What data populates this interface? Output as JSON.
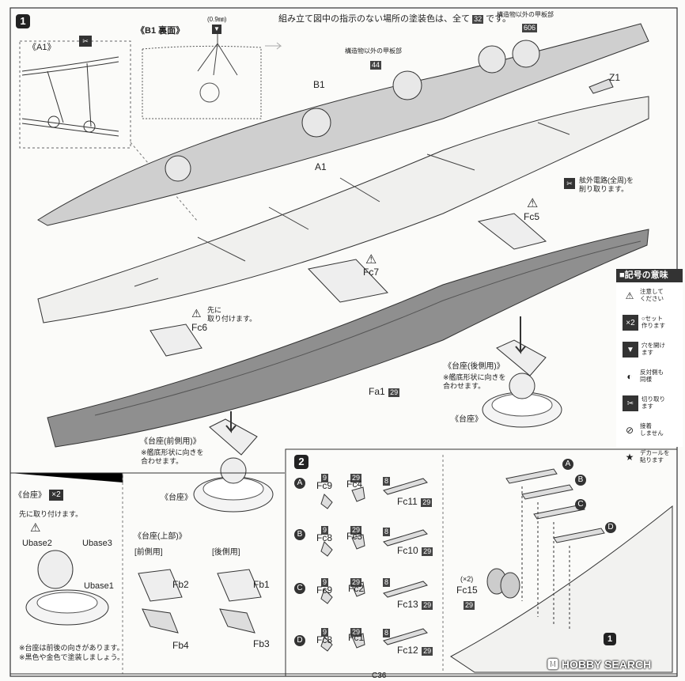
{
  "step1": {
    "number": "1",
    "paint_note": "組み立て図中の指示のない場所の塗装色は、全て",
    "paint_code": "32",
    "paint_note_end": "です。",
    "detail_a1": "《A1》",
    "detail_b1": "《B1 裏面》",
    "drill_size": "(0.9㎜)",
    "deck_label_1": "構造物以外の甲板部",
    "deck_code_1": "606",
    "deck_label_2": "構造物以外の甲板部",
    "deck_code_2": "44",
    "part_b1": "B1",
    "part_a1": "A1",
    "part_z1": "Z1",
    "cut_note": "舷外電路(全周)を\n削り取ります。",
    "part_fc5": "Fc5",
    "part_fc7": "Fc7",
    "part_fc6": "Fc6",
    "attach_first": "先に\n取り付けます。",
    "part_fa1": "Fa1",
    "fa1_code": "29",
    "stand_rear_title": "《台座(後側用)》",
    "stand_rear_note": "※艦底形状に向きを\n合わせます。",
    "stand_rear_label": "《台座》",
    "stand_front_title": "《台座(前側用)》",
    "stand_front_note": "※艦底形状に向きを\n合わせます。",
    "stand_front_label": "《台座》"
  },
  "legend": {
    "title": "■記号の意味",
    "items": [
      {
        "icon": "caution-icon",
        "glyph": "⚠",
        "text": "注意して\nください"
      },
      {
        "icon": "times-two-icon",
        "glyph": "×2",
        "text": "○セット\n作ります"
      },
      {
        "icon": "drill-icon",
        "glyph": "▼",
        "text": "穴を開け\nます"
      },
      {
        "icon": "mirror-icon",
        "glyph": "◐",
        "text": "反対側も\n同様"
      },
      {
        "icon": "cut-icon",
        "glyph": "✂",
        "text": "切り取り\nます"
      },
      {
        "icon": "no-glue-icon",
        "glyph": "⊘",
        "text": "接着\nしません"
      },
      {
        "icon": "decal-icon",
        "glyph": "★",
        "text": "デカールを\n貼ります"
      }
    ]
  },
  "stand_panel": {
    "title": "《台座》",
    "count": "×2",
    "attach_first": "先に取り付けます。",
    "ubase2": "Ubase2",
    "ubase3": "Ubase3",
    "ubase1": "Ubase1",
    "note1": "※台座は前後の向きがあります。",
    "note2": "※黒色や金色で塗装しましょう。",
    "upper_title": "《台座(上部)》",
    "front_title": "[前側用]",
    "rear_title": "[後側用]",
    "fb2": "Fb2",
    "fb4": "Fb4",
    "fb1": "Fb1",
    "fb3": "Fb3"
  },
  "step2": {
    "number": "2",
    "rows": [
      {
        "letter": "A",
        "c1": "9",
        "c2": "29",
        "c3": "8",
        "p1": "Fc9",
        "p2": "Fc4",
        "p3": "Fc11",
        "c4": "29"
      },
      {
        "letter": "B",
        "c1": "9",
        "c2": "29",
        "c3": "8",
        "p1": "Fc8",
        "p2": "Fc3",
        "p3": "Fc10",
        "c4": "29"
      },
      {
        "letter": "C",
        "c1": "9",
        "c2": "29",
        "c3": "8",
        "p1": "Fc9",
        "p2": "Fc2",
        "p3": "Fc13",
        "c4": "29"
      },
      {
        "letter": "D",
        "c1": "9",
        "c2": "29",
        "c3": "8",
        "p1": "Fc8",
        "p2": "Fc1",
        "p3": "Fc12",
        "c4": "29"
      }
    ],
    "assembly_letters": [
      "A",
      "B",
      "C",
      "D"
    ],
    "fc15_count": "(×2)",
    "fc15": "Fc15",
    "fc15_code": "29",
    "ref_step": "1"
  },
  "footer": {
    "page": "C36",
    "watermark": "HOBBY SEARCH",
    "watermark_prefix": "🅼"
  },
  "colors": {
    "hull_gray": "#8f8f8f",
    "ink": "#222222",
    "paper": "#fbfbf9"
  }
}
